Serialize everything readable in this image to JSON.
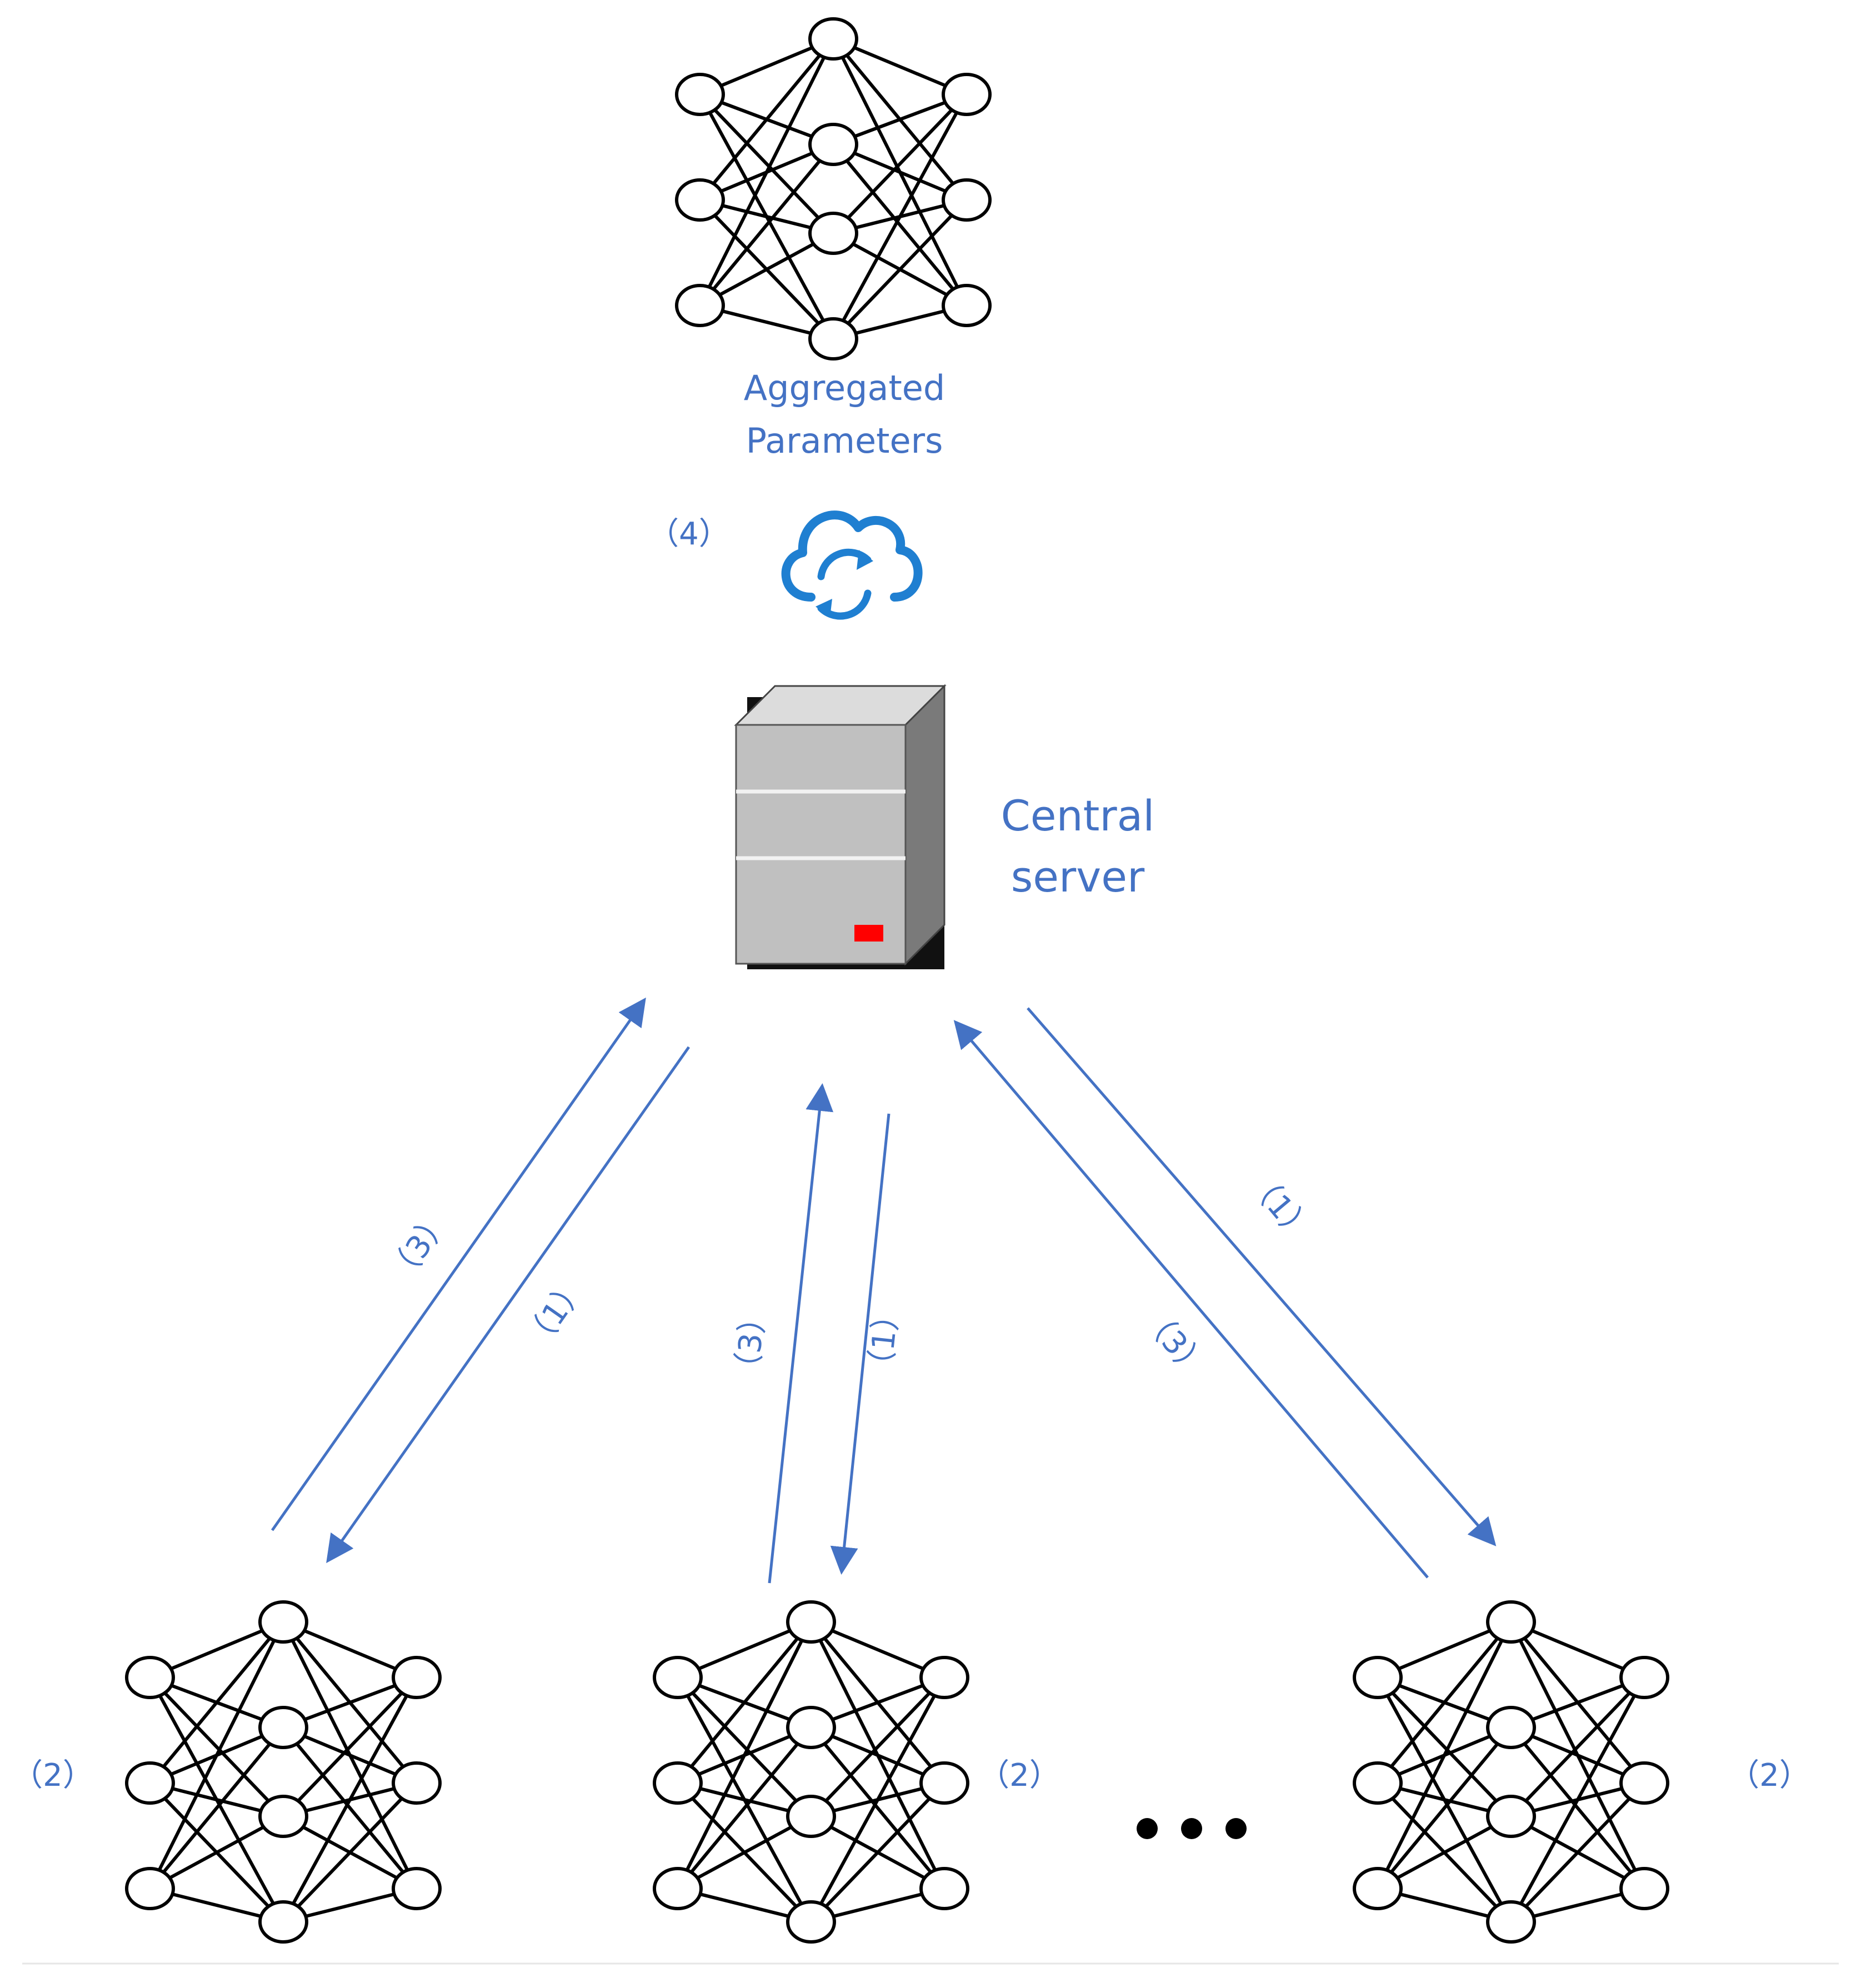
{
  "aggregated_label_line1": "Aggregated",
  "aggregated_label_line2": "Parameters",
  "server_label_line1": "Central",
  "server_label_line2": "server",
  "step_aggregate": "（4）",
  "step_local_train": "（2）",
  "step_download": "（1）",
  "step_upload": "（3）",
  "colors": {
    "accent_blue": "#4472C4",
    "server_indicator": "#FF0000",
    "server_body": "#C0C0C0"
  },
  "icons": {
    "sync": "cloud-sync-icon",
    "server": "server-icon",
    "model": "neural-network-icon"
  }
}
